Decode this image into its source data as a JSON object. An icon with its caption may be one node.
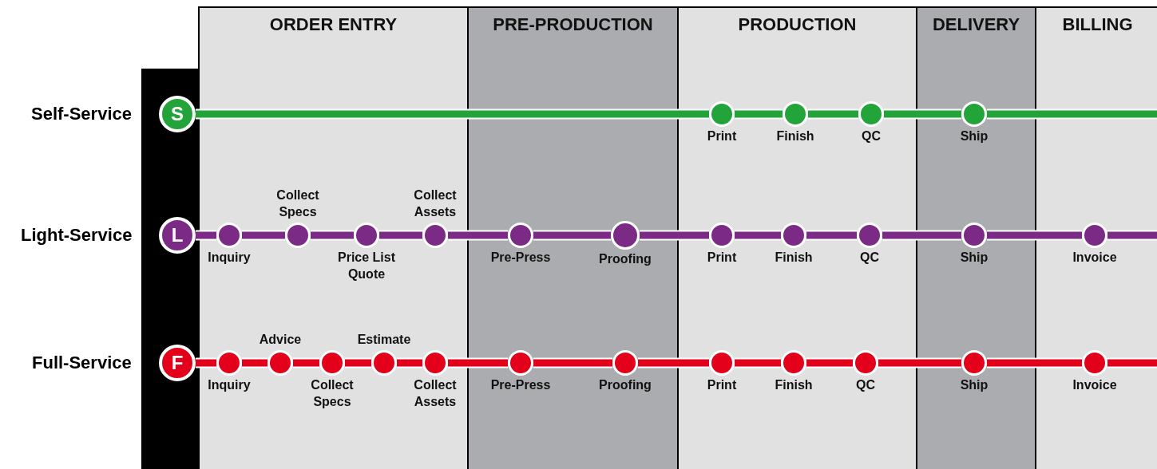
{
  "diagram": {
    "nodes": [
      {
        "text": [
          "ORDER ENTRY"
        ]
      },
      {
        "text": [
          "PRE-PRODUCTION"
        ]
      },
      {
        "text": [
          "PRODUCTION"
        ]
      },
      {
        "text": [
          "DELIVERY"
        ]
      },
      {
        "text": [
          "BILLING"
        ]
      },
      {
        "text": [
          "S"
        ]
      },
      {
        "text": [],
        "shape": "circle",
        "in": 2,
        "beside": [
          "Print"
        ]
      },
      {
        "text": [],
        "shape": "circle",
        "in": 2,
        "beside": [
          "Finish"
        ]
      },
      {
        "text": [],
        "shape": "circle",
        "in": 2,
        "beside": [
          "QC"
        ]
      },
      {
        "text": [],
        "shape": "circle",
        "in": 3,
        "beside": [
          "Ship"
        ]
      },
      {
        "text": [
          "L"
        ]
      },
      {
        "text": [],
        "shape": "circle",
        "in": 0,
        "beside": [
          "Inquiry"
        ]
      },
      {
        "text": [],
        "shape": "circle",
        "in": 0,
        "beside": [
          "Collect Specs"
        ]
      },
      {
        "text": [],
        "shape": "circle",
        "in": 0,
        "beside": [
          "Price List Quote"
        ]
      },
      {
        "text": [],
        "shape": "circle",
        "in": 0,
        "beside": [
          "Collect Assets"
        ]
      },
      {
        "text": [],
        "shape": "circle",
        "in": 1,
        "beside": [
          "Pre-Press"
        ]
      },
      {
        "text": [],
        "shape": "circle",
        "in": 1,
        "beside": [
          "Proofing"
        ]
      },
      {
        "text": [],
        "shape": "circle",
        "in": 2,
        "beside": [
          "Print"
        ]
      },
      {
        "text": [],
        "shape": "circle",
        "in": 2,
        "beside": [
          "Finish"
        ]
      },
      {
        "text": [],
        "shape": "circle",
        "in": 2,
        "beside": [
          "QC"
        ]
      },
      {
        "text": [],
        "shape": "circle",
        "in": 3,
        "beside": [
          "Ship"
        ]
      },
      {
        "text": [],
        "shape": "circle",
        "in": 4,
        "beside": [
          "Invoice"
        ]
      },
      {
        "text": [
          "F"
        ]
      },
      {
        "text": [],
        "shape": "circle",
        "in": 0,
        "beside": [
          "Inquiry"
        ]
      },
      {
        "text": [],
        "shape": "circle",
        "in": 0,
        "beside": [
          "Advice"
        ]
      },
      {
        "text": [],
        "shape": "circle",
        "in": 0,
        "beside": [
          "Collect Specs"
        ]
      },
      {
        "text": [],
        "shape": "circle",
        "in": 0,
        "beside": [
          "Estimate"
        ]
      },
      {
        "text": [],
        "shape": "circle",
        "in": 0,
        "beside": [
          "Collect Assets"
        ]
      },
      {
        "text": [],
        "shape": "circle",
        "in": 1,
        "beside": [
          "Pre-Press"
        ]
      },
      {
        "text": [],
        "shape": "circle",
        "in": 1,
        "beside": [
          "Proofing"
        ]
      },
      {
        "text": [],
        "shape": "circle",
        "in": 2,
        "beside": [
          "Print"
        ]
      },
      {
        "text": [],
        "shape": "circle",
        "in": 2,
        "beside": [
          "Finish"
        ]
      },
      {
        "text": [],
        "shape": "circle",
        "in": 2,
        "beside": [
          "QC"
        ]
      },
      {
        "text": [],
        "shape": "circle",
        "in": 3,
        "beside": [
          "Ship"
        ]
      },
      {
        "text": [],
        "shape": "circle",
        "in": 4,
        "beside": [
          "Invoice"
        ]
      }
    ],
    "edges": [
      {
        "from": 5,
        "to": 6,
        "arrow": "none",
        "color": "#22a43a"
      },
      {
        "from": 6,
        "to": 7,
        "arrow": "none",
        "color": "#22a43a"
      },
      {
        "from": 7,
        "to": 8,
        "arrow": "none",
        "color": "#22a43a"
      },
      {
        "from": 8,
        "to": 9,
        "arrow": "none",
        "color": "#22a43a"
      },
      {
        "from": 9,
        "to": 4,
        "arrow": "none",
        "color": "#22a43a"
      },
      {
        "from": 10,
        "to": 11,
        "arrow": "none",
        "color": "#7b2a86"
      },
      {
        "from": 11,
        "to": 12,
        "arrow": "none",
        "color": "#7b2a86"
      },
      {
        "from": 12,
        "to": 13,
        "arrow": "none",
        "color": "#7b2a86"
      },
      {
        "from": 13,
        "to": 14,
        "arrow": "none",
        "color": "#7b2a86"
      },
      {
        "from": 14,
        "to": 15,
        "arrow": "none",
        "color": "#7b2a86"
      },
      {
        "from": 15,
        "to": 16,
        "arrow": "none",
        "color": "#7b2a86"
      },
      {
        "from": 16,
        "to": 17,
        "arrow": "none",
        "color": "#7b2a86"
      },
      {
        "from": 17,
        "to": 18,
        "arrow": "none",
        "color": "#7b2a86"
      },
      {
        "from": 18,
        "to": 19,
        "arrow": "none",
        "color": "#7b2a86"
      },
      {
        "from": 19,
        "to": 20,
        "arrow": "none",
        "color": "#7b2a86"
      },
      {
        "from": 20,
        "to": 21,
        "arrow": "none",
        "color": "#7b2a86"
      },
      {
        "from": 21,
        "to": 4,
        "arrow": "none",
        "color": "#7b2a86"
      },
      {
        "from": 22,
        "to": 23,
        "arrow": "none"
      },
      {
        "from": 23,
        "to": 24,
        "arrow": "none"
      },
      {
        "from": 24,
        "to": 25,
        "arrow": "none"
      },
      {
        "from": 25,
        "to": 26,
        "arrow": "none"
      },
      {
        "from": 26,
        "to": 27,
        "arrow": "none"
      },
      {
        "from": 27,
        "to": 28,
        "arrow": "none"
      },
      {
        "from": 28,
        "to": 29,
        "arrow": "none"
      },
      {
        "from": 29,
        "to": 30,
        "arrow": "none"
      },
      {
        "from": 30,
        "to": 31,
        "arrow": "none"
      },
      {
        "from": 31,
        "to": 32,
        "arrow": "none"
      },
      {
        "from": 32,
        "to": 33,
        "arrow": "none"
      },
      {
        "from": 33,
        "to": 34,
        "arrow": "none"
      },
      {
        "from": 34,
        "to": 4,
        "arrow": "none"
      }
    ],
    "labels": [
      "Self-Service",
      "Light-Service",
      "Full-Service"
    ]
  }
}
